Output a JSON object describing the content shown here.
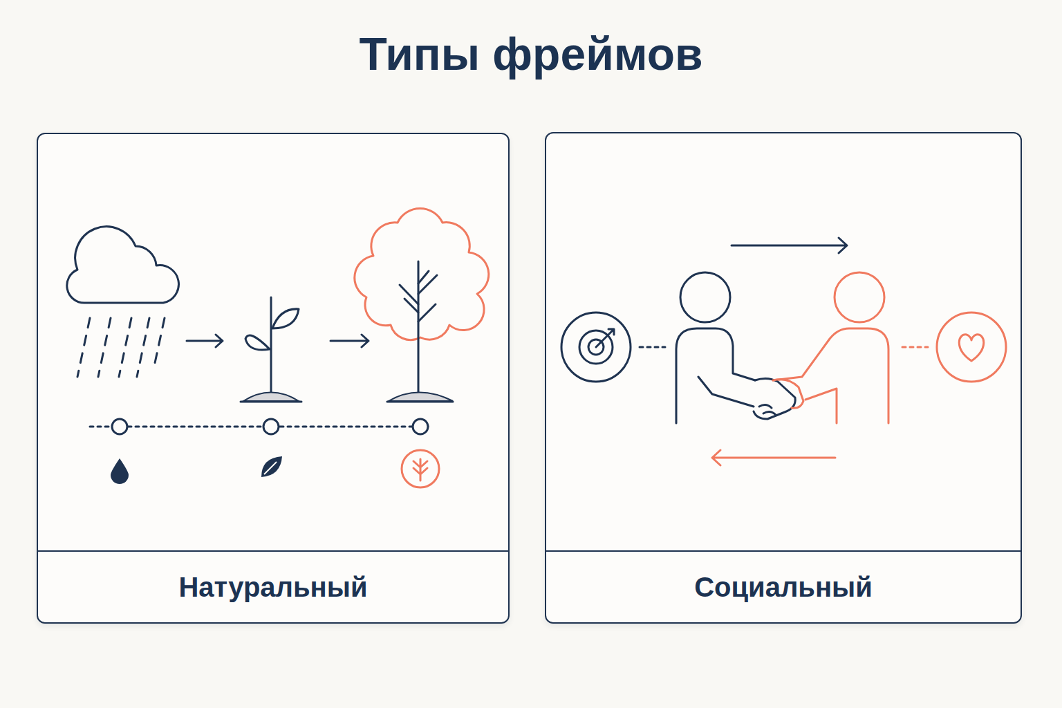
{
  "diagram": {
    "title": "Типы фреймов",
    "nodes": [
      {
        "text": [
          "Натуральный"
        ]
      },
      {
        "text": [
          "Социальный"
        ]
      }
    ]
  }
}
